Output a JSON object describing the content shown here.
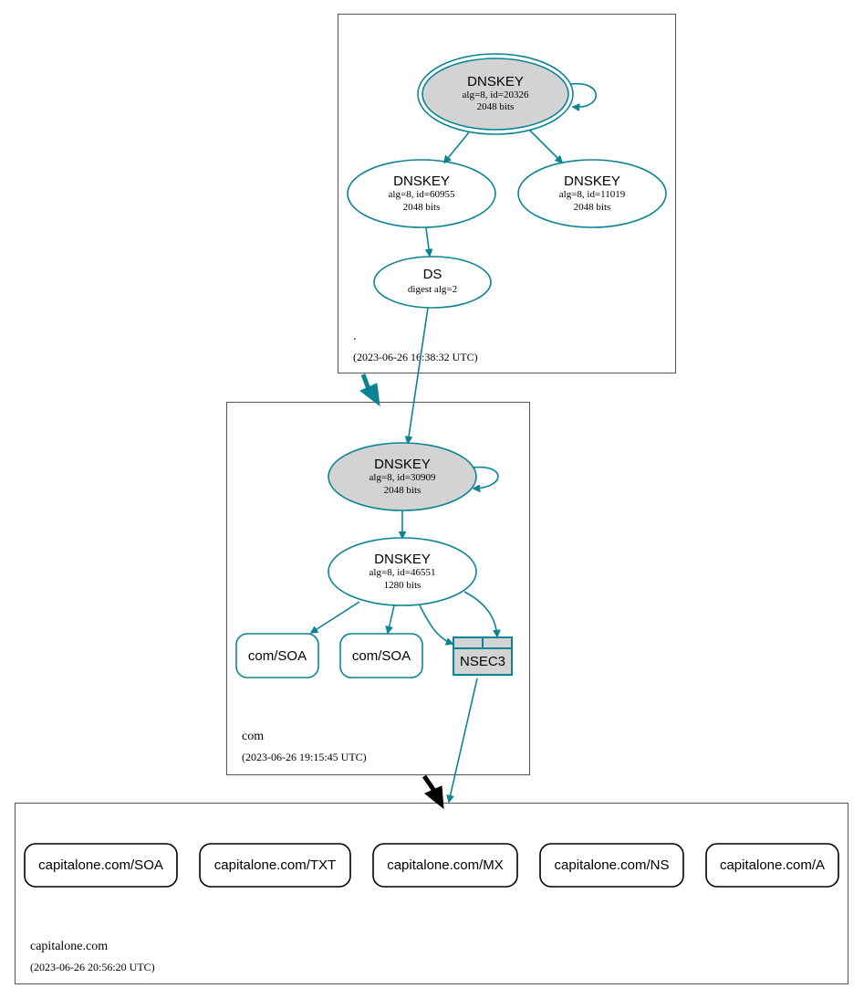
{
  "colors": {
    "teal": "#0a8494",
    "node_fill_grey": "#d3d3d3",
    "black": "#000000"
  },
  "zones": {
    "root": {
      "name": ".",
      "timestamp": "(2023-06-26 16:38:32 UTC)",
      "ksk": {
        "title": "DNSKEY",
        "line1": "alg=8, id=20326",
        "line2": "2048 bits"
      },
      "zsk1": {
        "title": "DNSKEY",
        "line1": "alg=8, id=60955",
        "line2": "2048 bits"
      },
      "zsk2": {
        "title": "DNSKEY",
        "line1": "alg=8, id=11019",
        "line2": "2048 bits"
      },
      "ds": {
        "title": "DS",
        "line1": "digest alg=2"
      }
    },
    "com": {
      "name": "com",
      "timestamp": "(2023-06-26 19:15:45 UTC)",
      "ksk": {
        "title": "DNSKEY",
        "line1": "alg=8, id=30909",
        "line2": "2048 bits"
      },
      "zsk": {
        "title": "DNSKEY",
        "line1": "alg=8, id=46551",
        "line2": "1280 bits"
      },
      "soa1": "com/SOA",
      "soa2": "com/SOA",
      "nsec3": "NSEC3"
    },
    "capitalone": {
      "name": "capitalone.com",
      "timestamp": "(2023-06-26 20:56:20 UTC)",
      "records": [
        "capitalone.com/SOA",
        "capitalone.com/TXT",
        "capitalone.com/MX",
        "capitalone.com/NS",
        "capitalone.com/A"
      ]
    }
  }
}
